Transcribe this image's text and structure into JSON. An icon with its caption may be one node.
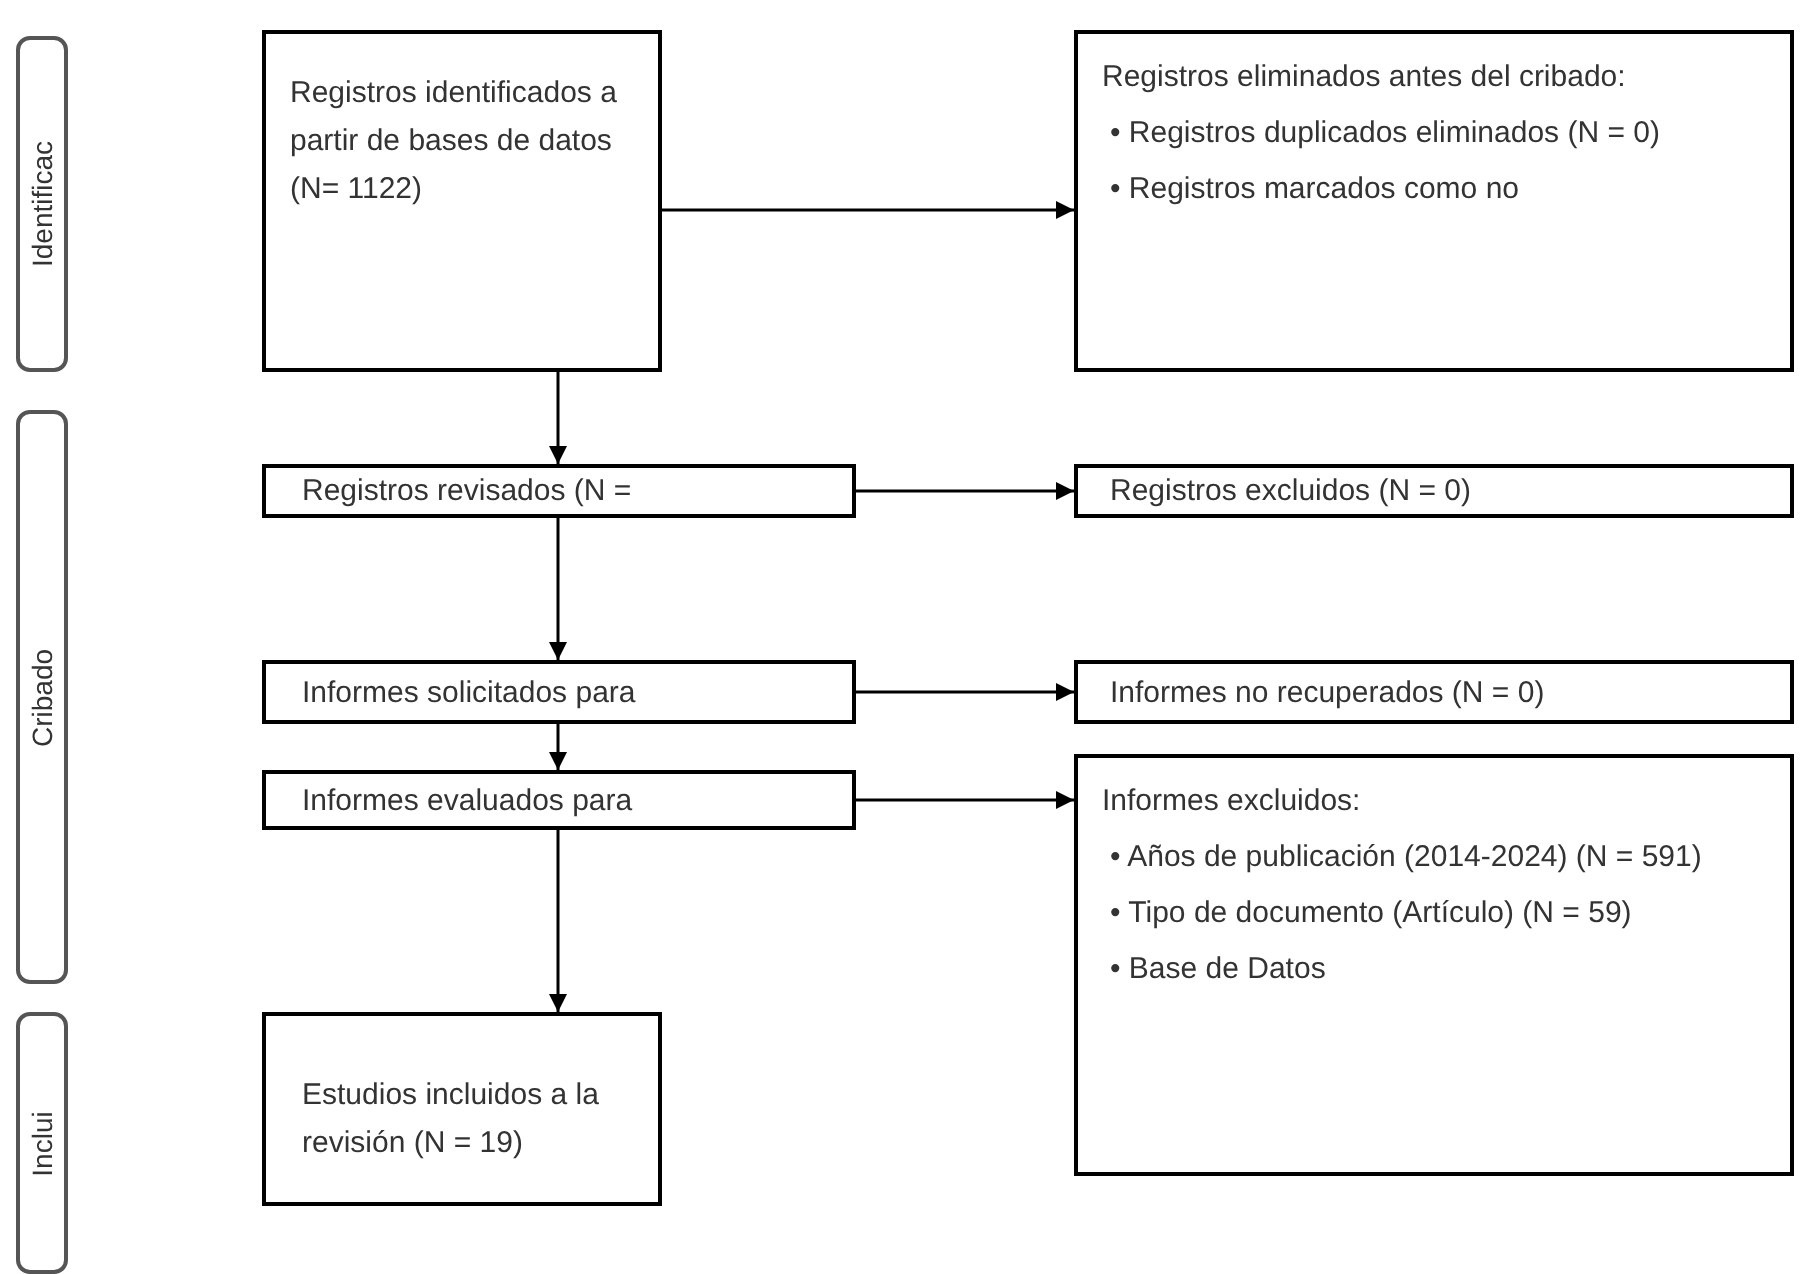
{
  "diagram": {
    "nodes": [
      {
        "text": [
          "Identificac"
        ]
      },
      {
        "text": [
          "Registros identificados a partir de bases de datos (N= 1122)"
        ]
      },
      {
        "text": [
          "Registros eliminados antes del cribado:",
          "• Registros duplicados eliminados (N = 0)",
          "• Registros marcados como no"
        ]
      },
      {
        "text": [
          "Cribado"
        ]
      },
      {
        "text": [
          "Registros revisados (N ="
        ]
      },
      {
        "text": [
          "Registros excluidos (N = 0)"
        ]
      },
      {
        "text": [
          "Informes solicitados para"
        ]
      },
      {
        "text": [
          "Informes no recuperados (N = 0)"
        ]
      },
      {
        "text": [
          "Informes evaluados para"
        ]
      },
      {
        "text": [
          "Informes excluidos:",
          "• Años de publicación (2014-2024) (N = 591)",
          "• Tipo de documento (Artículo) (N = 59)",
          "• Base de Datos"
        ]
      },
      {
        "text": [
          "Inclui"
        ]
      },
      {
        "text": [
          "Estudios incluidos a la revisión (N = 19)"
        ]
      }
    ],
    "edges": [
      {
        "from": 1,
        "to": 2,
        "arrow": "to"
      },
      {
        "from": 1,
        "to": 4,
        "arrow": "to"
      },
      {
        "from": 4,
        "to": 5,
        "arrow": "to"
      },
      {
        "from": 4,
        "to": 6,
        "arrow": "to"
      },
      {
        "from": 6,
        "to": 7,
        "arrow": "to"
      },
      {
        "from": 6,
        "to": 8,
        "arrow": "to"
      },
      {
        "from": 8,
        "to": 9,
        "arrow": "to"
      },
      {
        "from": 8,
        "to": 11,
        "arrow": "to"
      }
    ]
  }
}
